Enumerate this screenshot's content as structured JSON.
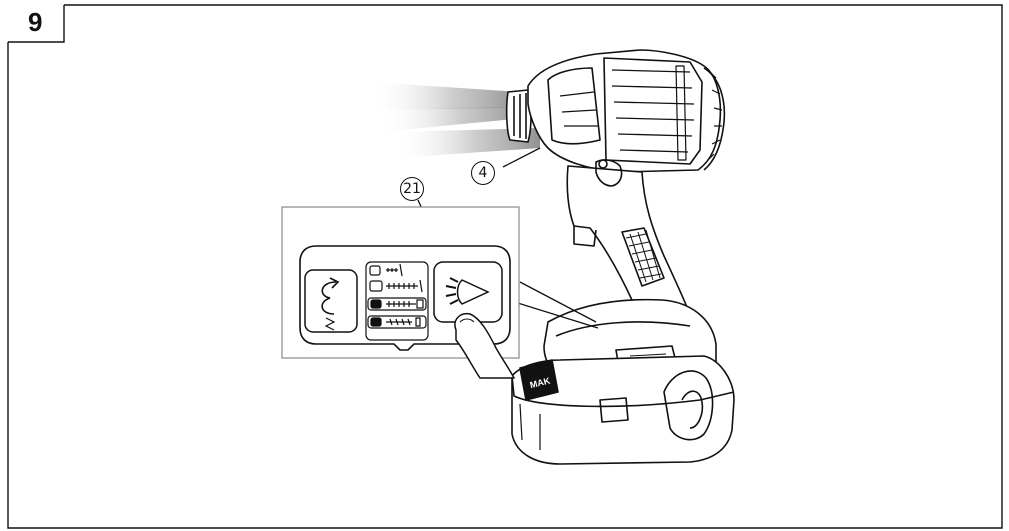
{
  "figure": {
    "number": "9"
  },
  "callouts": [
    {
      "id": "4",
      "label": "4"
    },
    {
      "id": "21",
      "label": "21"
    }
  ],
  "icons": {
    "rotation_mode": "rotation-arrow-icon",
    "light": "led-light-icon",
    "battery_brand": "battery-logo",
    "screw_modes": [
      "screw-small-icon",
      "screw-medium-icon",
      "screw-long-icon",
      "bolt-icon"
    ]
  },
  "colors": {
    "line": "#111111",
    "panel_bg": "#ffffff",
    "beam": "#9a9a9a"
  }
}
